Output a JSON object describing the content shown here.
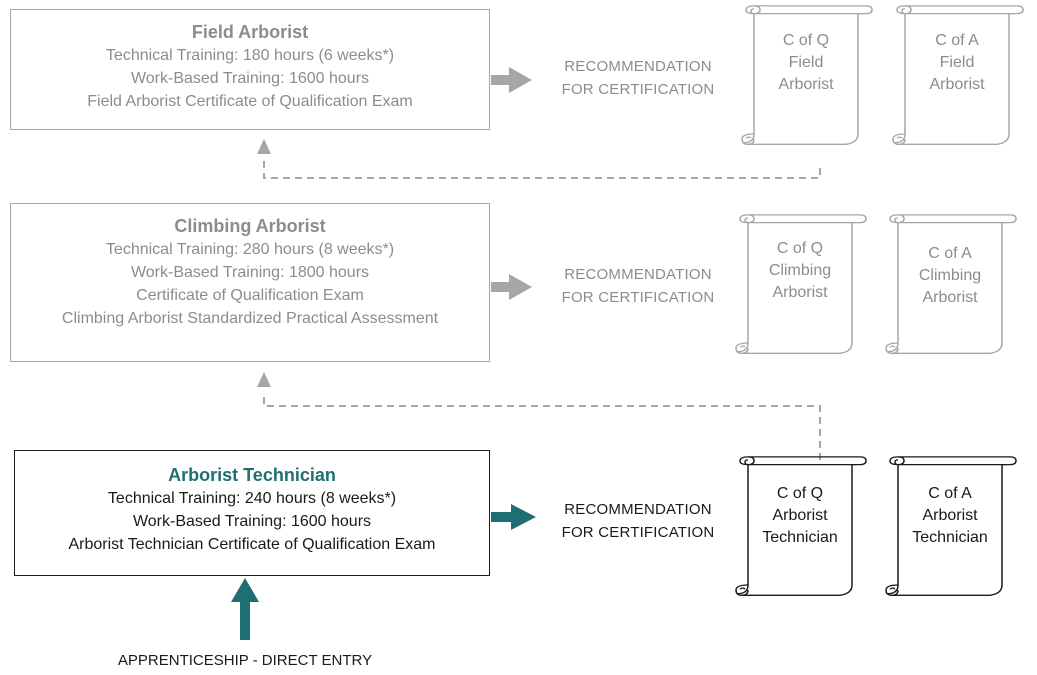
{
  "colors": {
    "gray": "#a6a6a6",
    "gray_text": "#8c8c8c",
    "teal": "#1e6f74",
    "black": "#1a1a1a"
  },
  "levels": {
    "field": {
      "title": "Field Arborist",
      "lines": [
        "Technical Training:  180 hours (6 weeks*)",
        "Work-Based Training: 1600 hours",
        "Field Arborist Certificate of Qualification Exam"
      ],
      "recommendation": [
        "RECOMMENDATION",
        "FOR CERTIFICATION"
      ],
      "cofq": [
        "C of Q",
        "Field",
        "Arborist"
      ],
      "cofa": [
        "C of A",
        "Field",
        "Arborist"
      ]
    },
    "climbing": {
      "title": "Climbing Arborist",
      "lines": [
        "Technical Training:  280 hours (8 weeks*)",
        "Work-Based Training: 1800 hours",
        "Certificate of Qualification Exam",
        "Climbing Arborist Standardized Practical Assessment"
      ],
      "recommendation": [
        "RECOMMENDATION",
        "FOR CERTIFICATION"
      ],
      "cofq": [
        "C of Q",
        "Climbing",
        "Arborist"
      ],
      "cofa": [
        "C of A",
        "Climbing",
        "Arborist"
      ]
    },
    "technician": {
      "title": "Arborist Technician",
      "lines": [
        "Technical Training: 240 hours (8 weeks*)",
        "Work-Based Training: 1600 hours",
        "Arborist Technician Certificate of Qualification Exam"
      ],
      "recommendation": [
        "RECOMMENDATION",
        "FOR CERTIFICATION"
      ],
      "cofq": [
        "C of Q",
        "Arborist",
        "Technician"
      ],
      "cofa": [
        "C of A",
        "Arborist",
        "Technician"
      ]
    }
  },
  "entry_label": "APPRENTICESHIP - DIRECT ENTRY"
}
